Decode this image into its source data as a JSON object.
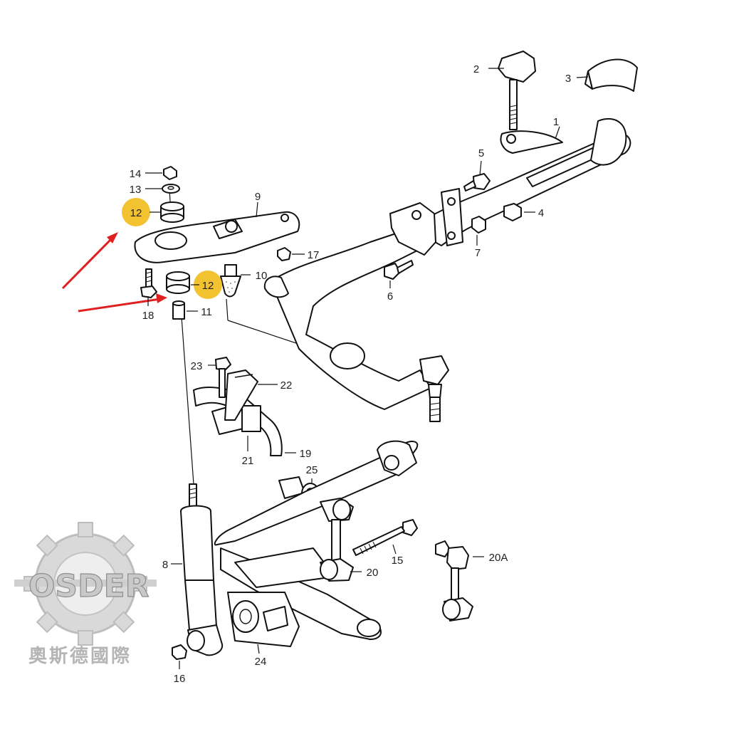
{
  "diagram": {
    "callouts": [
      {
        "id": "p1",
        "text": "1"
      },
      {
        "id": "p2",
        "text": "2"
      },
      {
        "id": "p3",
        "text": "3"
      },
      {
        "id": "p4",
        "text": "4"
      },
      {
        "id": "p5",
        "text": "5"
      },
      {
        "id": "p6",
        "text": "6"
      },
      {
        "id": "p7",
        "text": "7"
      },
      {
        "id": "p8",
        "text": "8"
      },
      {
        "id": "p9",
        "text": "9"
      },
      {
        "id": "p10",
        "text": "10"
      },
      {
        "id": "p11",
        "text": "11"
      },
      {
        "id": "p12a",
        "text": "12"
      },
      {
        "id": "p12b",
        "text": "12"
      },
      {
        "id": "p13",
        "text": "13"
      },
      {
        "id": "p14",
        "text": "14"
      },
      {
        "id": "p15",
        "text": "15"
      },
      {
        "id": "p16",
        "text": "16"
      },
      {
        "id": "p17",
        "text": "17"
      },
      {
        "id": "p18",
        "text": "18"
      },
      {
        "id": "p19",
        "text": "19"
      },
      {
        "id": "p20",
        "text": "20"
      },
      {
        "id": "p20a",
        "text": "20A"
      },
      {
        "id": "p21",
        "text": "21"
      },
      {
        "id": "p22",
        "text": "22"
      },
      {
        "id": "p23",
        "text": "23"
      },
      {
        "id": "p24",
        "text": "24"
      },
      {
        "id": "p25",
        "text": "25"
      }
    ],
    "highlight_color": "#f2c230",
    "arrow_color": "#e02020"
  },
  "watermark": {
    "logo_text": "OSDER",
    "company_text": "奧斯德國際"
  }
}
